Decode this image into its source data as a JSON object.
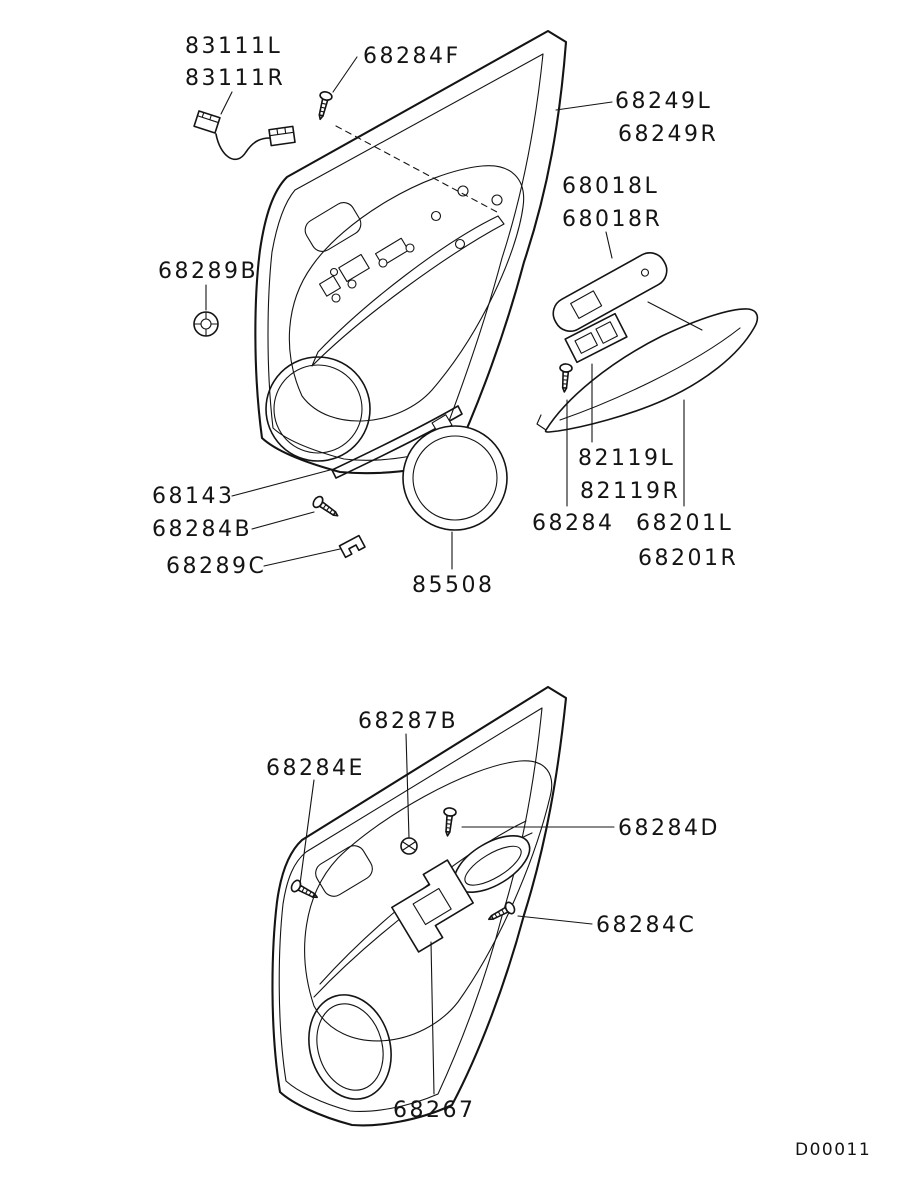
{
  "diagram": {
    "code": "D00011",
    "type": "parts-diagram",
    "subject": "rear door trim panel"
  },
  "colors": {
    "line": "#141414",
    "background": "#ffffff"
  },
  "labels": {
    "p83111L": "83111L",
    "p83111R": "83111R",
    "p68284F": "68284F",
    "p68249L": "68249L",
    "p68249R": "68249R",
    "p68018L": "68018L",
    "p68018R": "68018R",
    "p68289B": "68289B",
    "p68143": "68143",
    "p68284B": "68284B",
    "p68289C": "68289C",
    "p85508": "85508",
    "p82119L": "82119L",
    "p82119R": "82119R",
    "p68284": "68284",
    "p68201L": "68201L",
    "p68201R": "68201R",
    "p68287B": "68287B",
    "p68284E": "68284E",
    "p68284D": "68284D",
    "p68284C": "68284C",
    "p68267": "68267"
  }
}
